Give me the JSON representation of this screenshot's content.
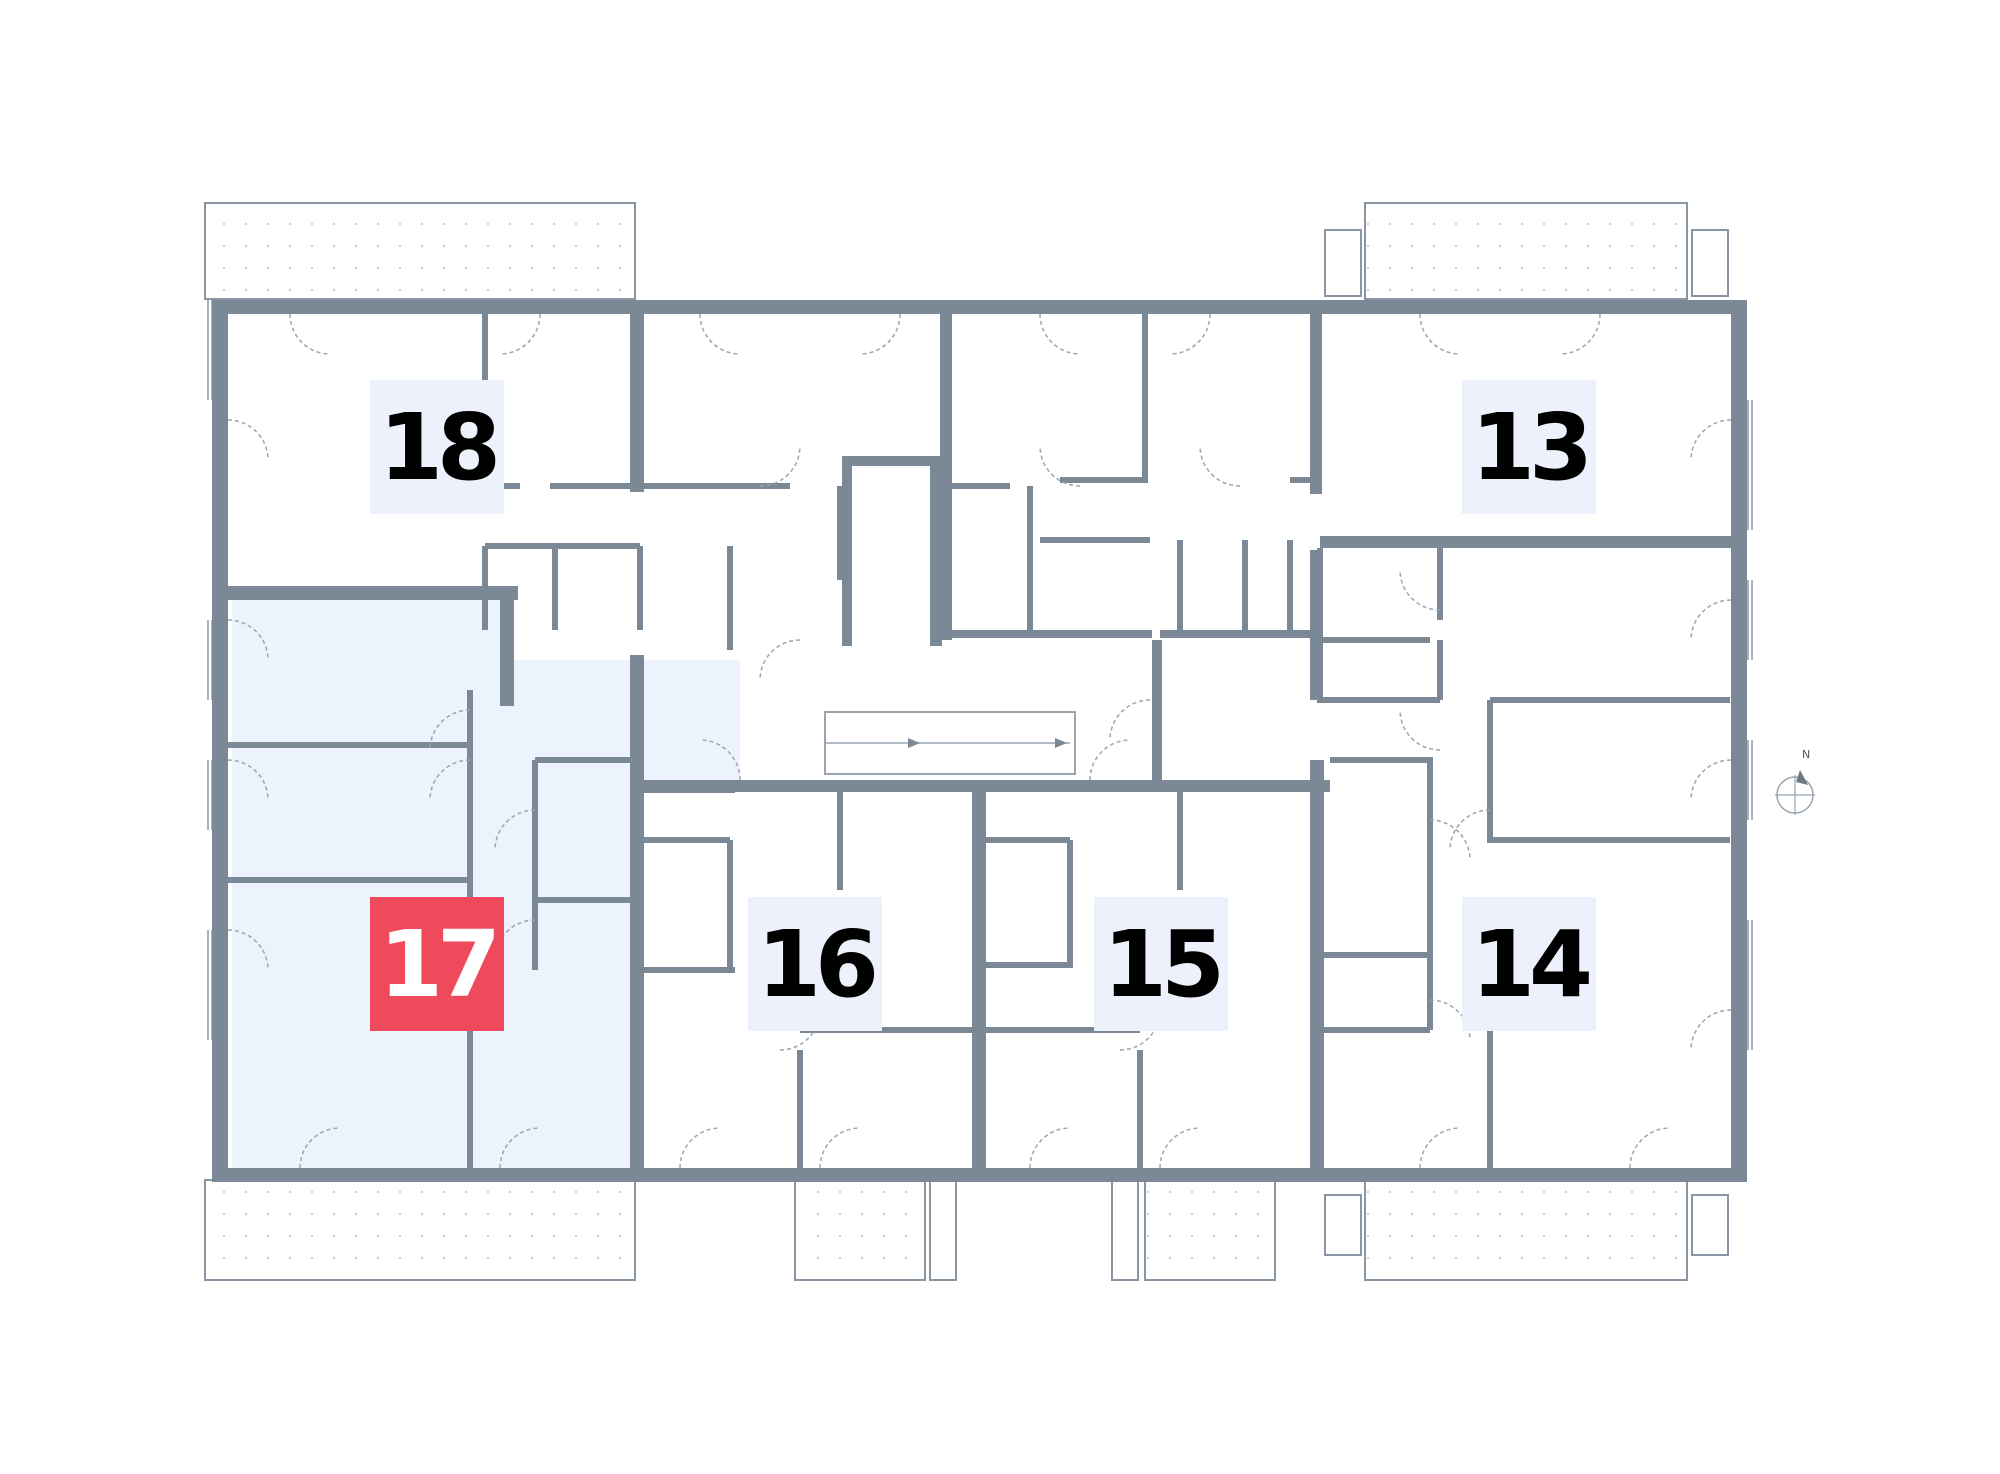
{
  "colors": {
    "wall": "#7b8896",
    "highlight_fill": "#ecf3fd",
    "label_background": "#ecf1fb",
    "active_label_background": "#ef4a5c",
    "active_label_text": "#ffffff",
    "label_text": "#000000"
  },
  "floor_plan": {
    "units": [
      {
        "id": "unit-18",
        "label": "18",
        "selected": false
      },
      {
        "id": "unit-13",
        "label": "13",
        "selected": false
      },
      {
        "id": "unit-17",
        "label": "17",
        "selected": true
      },
      {
        "id": "unit-16",
        "label": "16",
        "selected": false
      },
      {
        "id": "unit-15",
        "label": "15",
        "selected": false
      },
      {
        "id": "unit-14",
        "label": "14",
        "selected": false
      }
    ],
    "compass": {
      "label": "N",
      "icon": "compass-north-icon"
    }
  }
}
